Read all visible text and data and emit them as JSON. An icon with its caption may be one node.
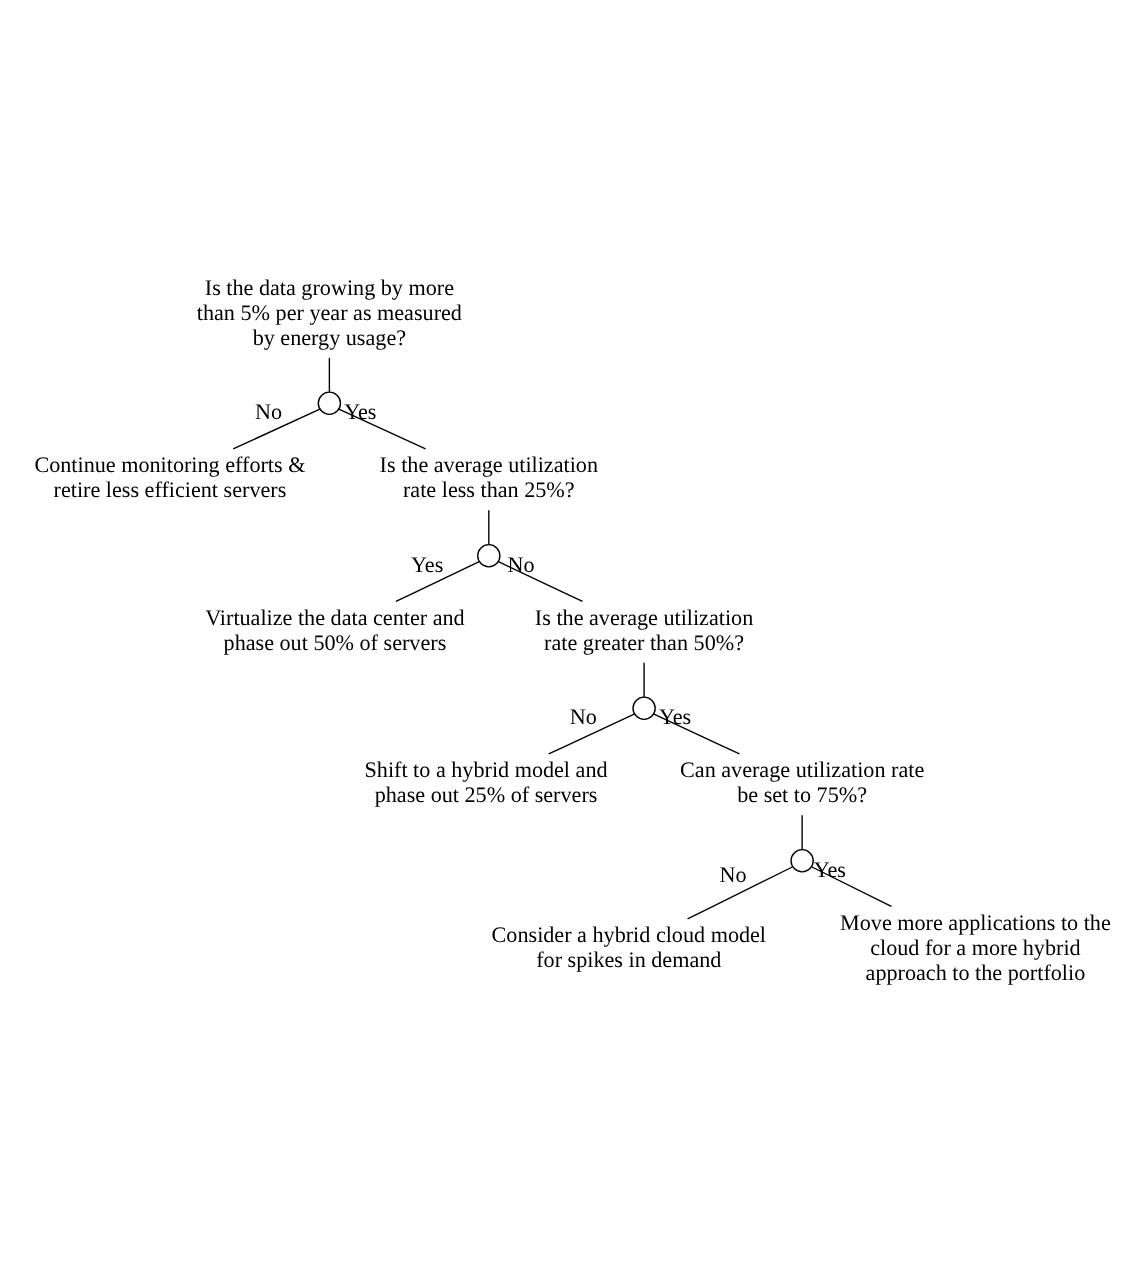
{
  "diagram": {
    "nodes": [
      {
        "text": [
          "Is the data growing by more than 5% per year as measured by energy usage?"
        ]
      },
      {
        "text": [],
        "shape": "circle"
      },
      {
        "text": [
          "Continue monitoring efforts & retire less efficient servers"
        ]
      },
      {
        "text": [
          "Is the average utilization rate less than 25%?"
        ]
      },
      {
        "text": [],
        "shape": "circle"
      },
      {
        "text": [
          "Virtualize the data center and phase out 50% of servers"
        ]
      },
      {
        "text": [
          "Is the average utilization rate greater than 50%?"
        ]
      },
      {
        "text": [],
        "shape": "circle"
      },
      {
        "text": [
          "Shift to a hybrid model and phase out 25% of servers"
        ]
      },
      {
        "text": [
          "Can average utilization rate be set to 75%?"
        ]
      },
      {
        "text": [],
        "shape": "circle"
      },
      {
        "text": [
          "Consider a hybrid cloud model for spikes in demand"
        ]
      },
      {
        "text": [
          "Move more applications to the cloud for a more hybrid approach to the portfolio"
        ]
      }
    ],
    "edges": [
      {
        "from": 0,
        "to": 1,
        "arrow": "none"
      },
      {
        "from": 1,
        "to": 2,
        "arrow": "none",
        "label": "No"
      },
      {
        "from": 1,
        "to": 3,
        "arrow": "none",
        "label": "Yes"
      },
      {
        "from": 3,
        "to": 4,
        "arrow": "none"
      },
      {
        "from": 4,
        "to": 5,
        "arrow": "none",
        "label": "Yes"
      },
      {
        "from": 4,
        "to": 6,
        "arrow": "none",
        "label": "No"
      },
      {
        "from": 6,
        "to": 7,
        "arrow": "none"
      },
      {
        "from": 7,
        "to": 8,
        "arrow": "none",
        "label": "No"
      },
      {
        "from": 7,
        "to": 9,
        "arrow": "none",
        "label": "Yes"
      },
      {
        "from": 9,
        "to": 10,
        "arrow": "none"
      },
      {
        "from": 10,
        "to": 11,
        "arrow": "none",
        "label": "No"
      },
      {
        "from": 10,
        "to": 12,
        "arrow": "none",
        "label": "Yes"
      }
    ]
  }
}
